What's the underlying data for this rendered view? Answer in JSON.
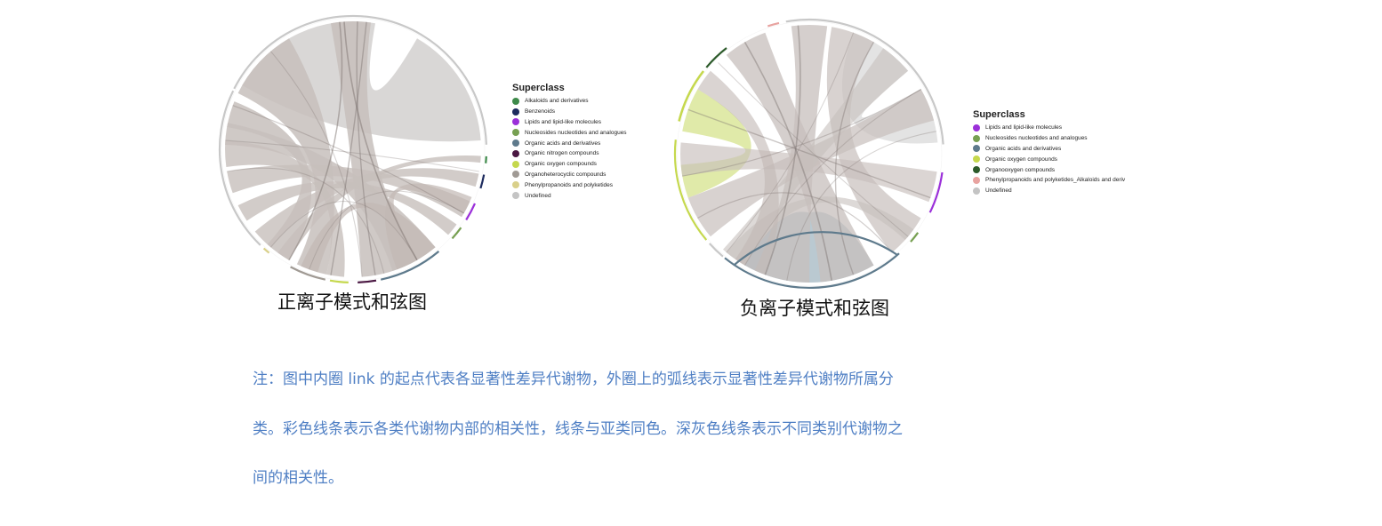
{
  "diagrams": [
    {
      "caption": "正离子模式和弦图",
      "legend_title": "Superclass",
      "legend": [
        {
          "label": "Alkaloids and derivatives",
          "color": "#3e8a4a"
        },
        {
          "label": "Benzenoids",
          "color": "#1d2b5e"
        },
        {
          "label": "Lipids and lipid-like molecules",
          "color": "#9b30d9"
        },
        {
          "label": "Nucleosides nucleotides and analogues",
          "color": "#77a052"
        },
        {
          "label": "Organic acids and derivatives",
          "color": "#5e7a8c"
        },
        {
          "label": "Organic nitrogen compounds",
          "color": "#4a1742"
        },
        {
          "label": "Organic oxygen compounds",
          "color": "#c5d84d"
        },
        {
          "label": "Organoheterocyclic compounds",
          "color": "#a09a94"
        },
        {
          "label": "Phenylpropanoids and polyketides",
          "color": "#d9d08a"
        },
        {
          "label": "Undefined",
          "color": "#c4c4c4"
        }
      ]
    },
    {
      "caption": "负离子模式和弦图",
      "legend_title": "Superclass",
      "legend": [
        {
          "label": "Lipids and lipid-like molecules",
          "color": "#9b30d9"
        },
        {
          "label": "Nucleosides nucleotides and analogues",
          "color": "#77a052"
        },
        {
          "label": "Organic acids and derivatives",
          "color": "#5e7a8c"
        },
        {
          "label": "Organic oxygen compounds",
          "color": "#c5d84d"
        },
        {
          "label": "Organooxygen compounds",
          "color": "#2c5a2a"
        },
        {
          "label": "Phenylpropanoids and polyketides_Alkaloids and deriv",
          "color": "#e8a3a0"
        },
        {
          "label": "Undefined",
          "color": "#c4c4c4"
        }
      ]
    }
  ],
  "note": "注：图中内圈 link 的起点代表各显著性差异代谢物，外圈上的弧线表示显著性差异代谢物所属分类。彩色线条表示各类代谢物内部的相关性，线条与亚类同色。深灰色线条表示不同类别代谢物之间的相关性。"
}
